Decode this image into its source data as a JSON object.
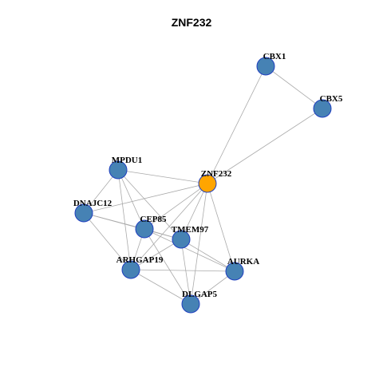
{
  "title": "ZNF232",
  "colors": {
    "hub": "#ffa500",
    "node": "#4682b4",
    "node_border": "#1f3fbf",
    "edge": "#aaaaaa"
  },
  "nodes": [
    {
      "id": "ZNF232",
      "hub": true
    },
    {
      "id": "CBX1"
    },
    {
      "id": "CBX5"
    },
    {
      "id": "MPDU1"
    },
    {
      "id": "DNAJC12"
    },
    {
      "id": "CEP85"
    },
    {
      "id": "TMEM97"
    },
    {
      "id": "ARHGAP19"
    },
    {
      "id": "AURKA"
    },
    {
      "id": "DLGAP5"
    }
  ],
  "edges": [
    [
      "CBX1",
      "CBX5"
    ],
    [
      "CBX1",
      "ZNF232"
    ],
    [
      "CBX5",
      "ZNF232"
    ],
    [
      "ZNF232",
      "MPDU1"
    ],
    [
      "ZNF232",
      "DNAJC12"
    ],
    [
      "ZNF232",
      "CEP85"
    ],
    [
      "ZNF232",
      "TMEM97"
    ],
    [
      "ZNF232",
      "ARHGAP19"
    ],
    [
      "ZNF232",
      "AURKA"
    ],
    [
      "ZNF232",
      "DLGAP5"
    ],
    [
      "MPDU1",
      "DNAJC12"
    ],
    [
      "MPDU1",
      "CEP85"
    ],
    [
      "MPDU1",
      "TMEM97"
    ],
    [
      "MPDU1",
      "ARHGAP19"
    ],
    [
      "DNAJC12",
      "CEP85"
    ],
    [
      "DNAJC12",
      "ARHGAP19"
    ],
    [
      "DNAJC12",
      "TMEM97"
    ],
    [
      "CEP85",
      "TMEM97"
    ],
    [
      "CEP85",
      "ARHGAP19"
    ],
    [
      "CEP85",
      "AURKA"
    ],
    [
      "CEP85",
      "DLGAP5"
    ],
    [
      "TMEM97",
      "ARHGAP19"
    ],
    [
      "TMEM97",
      "AURKA"
    ],
    [
      "TMEM97",
      "DLGAP5"
    ],
    [
      "ARHGAP19",
      "AURKA"
    ],
    [
      "ARHGAP19",
      "DLGAP5"
    ],
    [
      "AURKA",
      "DLGAP5"
    ]
  ]
}
